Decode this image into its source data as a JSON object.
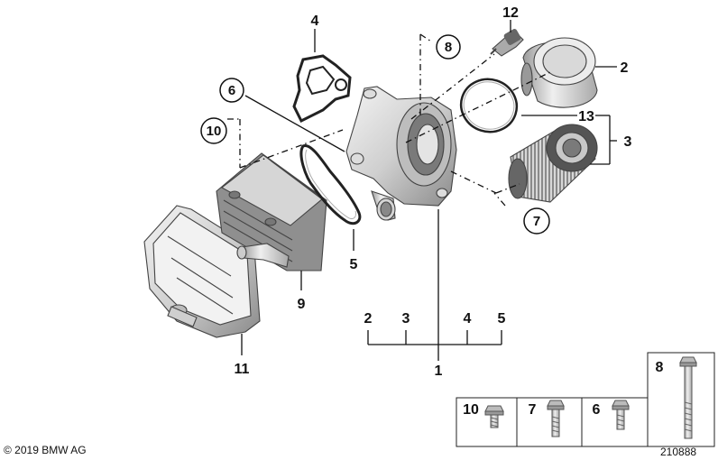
{
  "callouts": {
    "c1": "1",
    "c2": "2",
    "c3": "3",
    "c4": "4",
    "c5": "5",
    "c6": "6",
    "c7": "7",
    "c8": "8",
    "c9": "9",
    "c10": "10",
    "c11": "11",
    "c12": "12",
    "c13": "13"
  },
  "kit_group": {
    "a": "2",
    "b": "3",
    "c": "4",
    "d": "5"
  },
  "bolts_table": {
    "cells": [
      {
        "label": "10",
        "icon": "short-flange-bolt-icon"
      },
      {
        "label": "7",
        "icon": "short-flange-bolt-icon"
      },
      {
        "label": "6",
        "icon": "short-flange-bolt-icon"
      },
      {
        "label": "8",
        "icon": "long-flange-bolt-icon"
      }
    ]
  },
  "footer": {
    "copyright": "© 2019 BMW AG",
    "diagram_number": "210888"
  },
  "colors": {
    "line": "#111111",
    "part_light": "#e9e9e9",
    "part_mid": "#bdbdbd",
    "part_dark": "#6e6e6e"
  }
}
